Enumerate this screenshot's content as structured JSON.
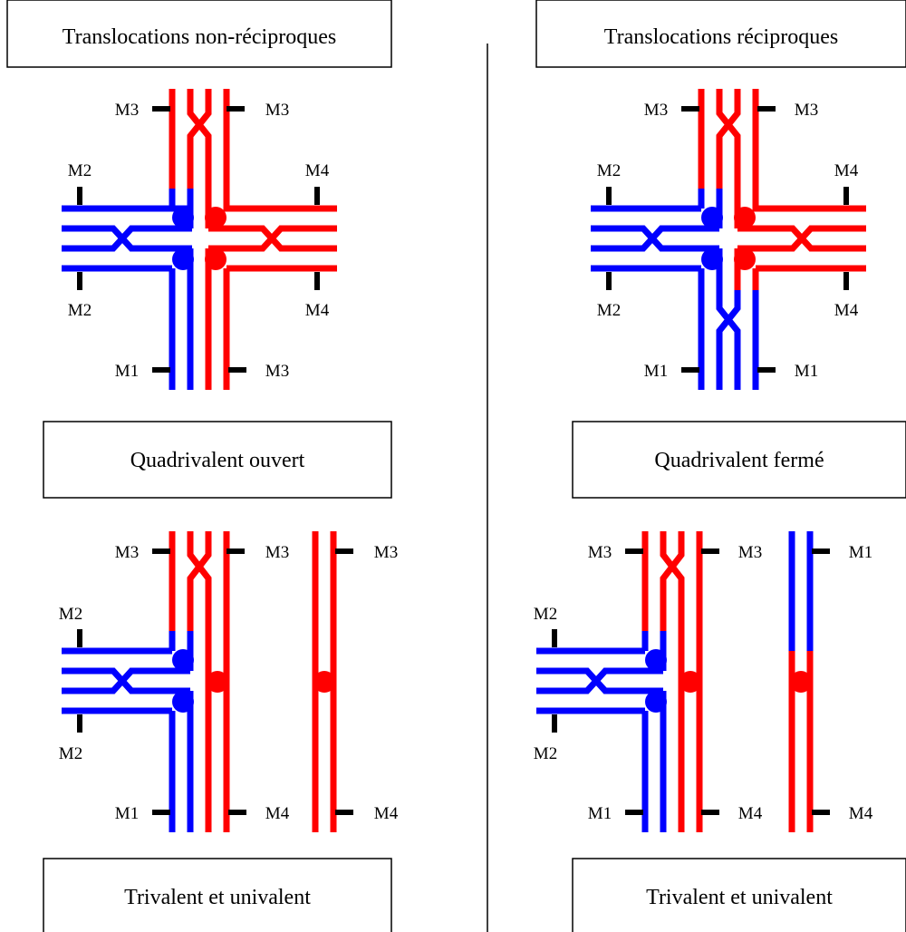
{
  "colors": {
    "blue": "#0000ff",
    "red": "#ff0000",
    "ink": "#000000"
  },
  "left": {
    "heading": "Translocations non-réciproques",
    "quad_caption": "Quadrivalent ouvert",
    "tri_caption": "Trivalent et univalent",
    "quad_markers": {
      "top_left": "M3",
      "top_right": "M3",
      "upper_left": "M2",
      "upper_right": "M4",
      "lower_left": "M2",
      "lower_right": "M4",
      "bottom_left": "M1",
      "bottom_right": "M3"
    },
    "tri_markers": {
      "top_left": "M3",
      "top_right": "M3",
      "upper_left": "M2",
      "lower_left": "M2",
      "bottom_left": "M1",
      "bottom_right": "M4",
      "uni_top": "M3",
      "uni_bottom": "M4"
    }
  },
  "right": {
    "heading": "Translocations réciproques",
    "quad_caption": "Quadrivalent fermé",
    "tri_caption": "Trivalent et univalent",
    "quad_markers": {
      "top_left": "M3",
      "top_right": "M3",
      "upper_left": "M2",
      "upper_right": "M4",
      "lower_left": "M2",
      "lower_right": "M4",
      "bottom_left": "M1",
      "bottom_right": "M1"
    },
    "tri_markers": {
      "top_left": "M3",
      "top_right": "M3",
      "upper_left": "M2",
      "lower_left": "M2",
      "bottom_left": "M1",
      "bottom_right": "M4",
      "uni_top": "M1",
      "uni_bottom": "M4"
    }
  }
}
